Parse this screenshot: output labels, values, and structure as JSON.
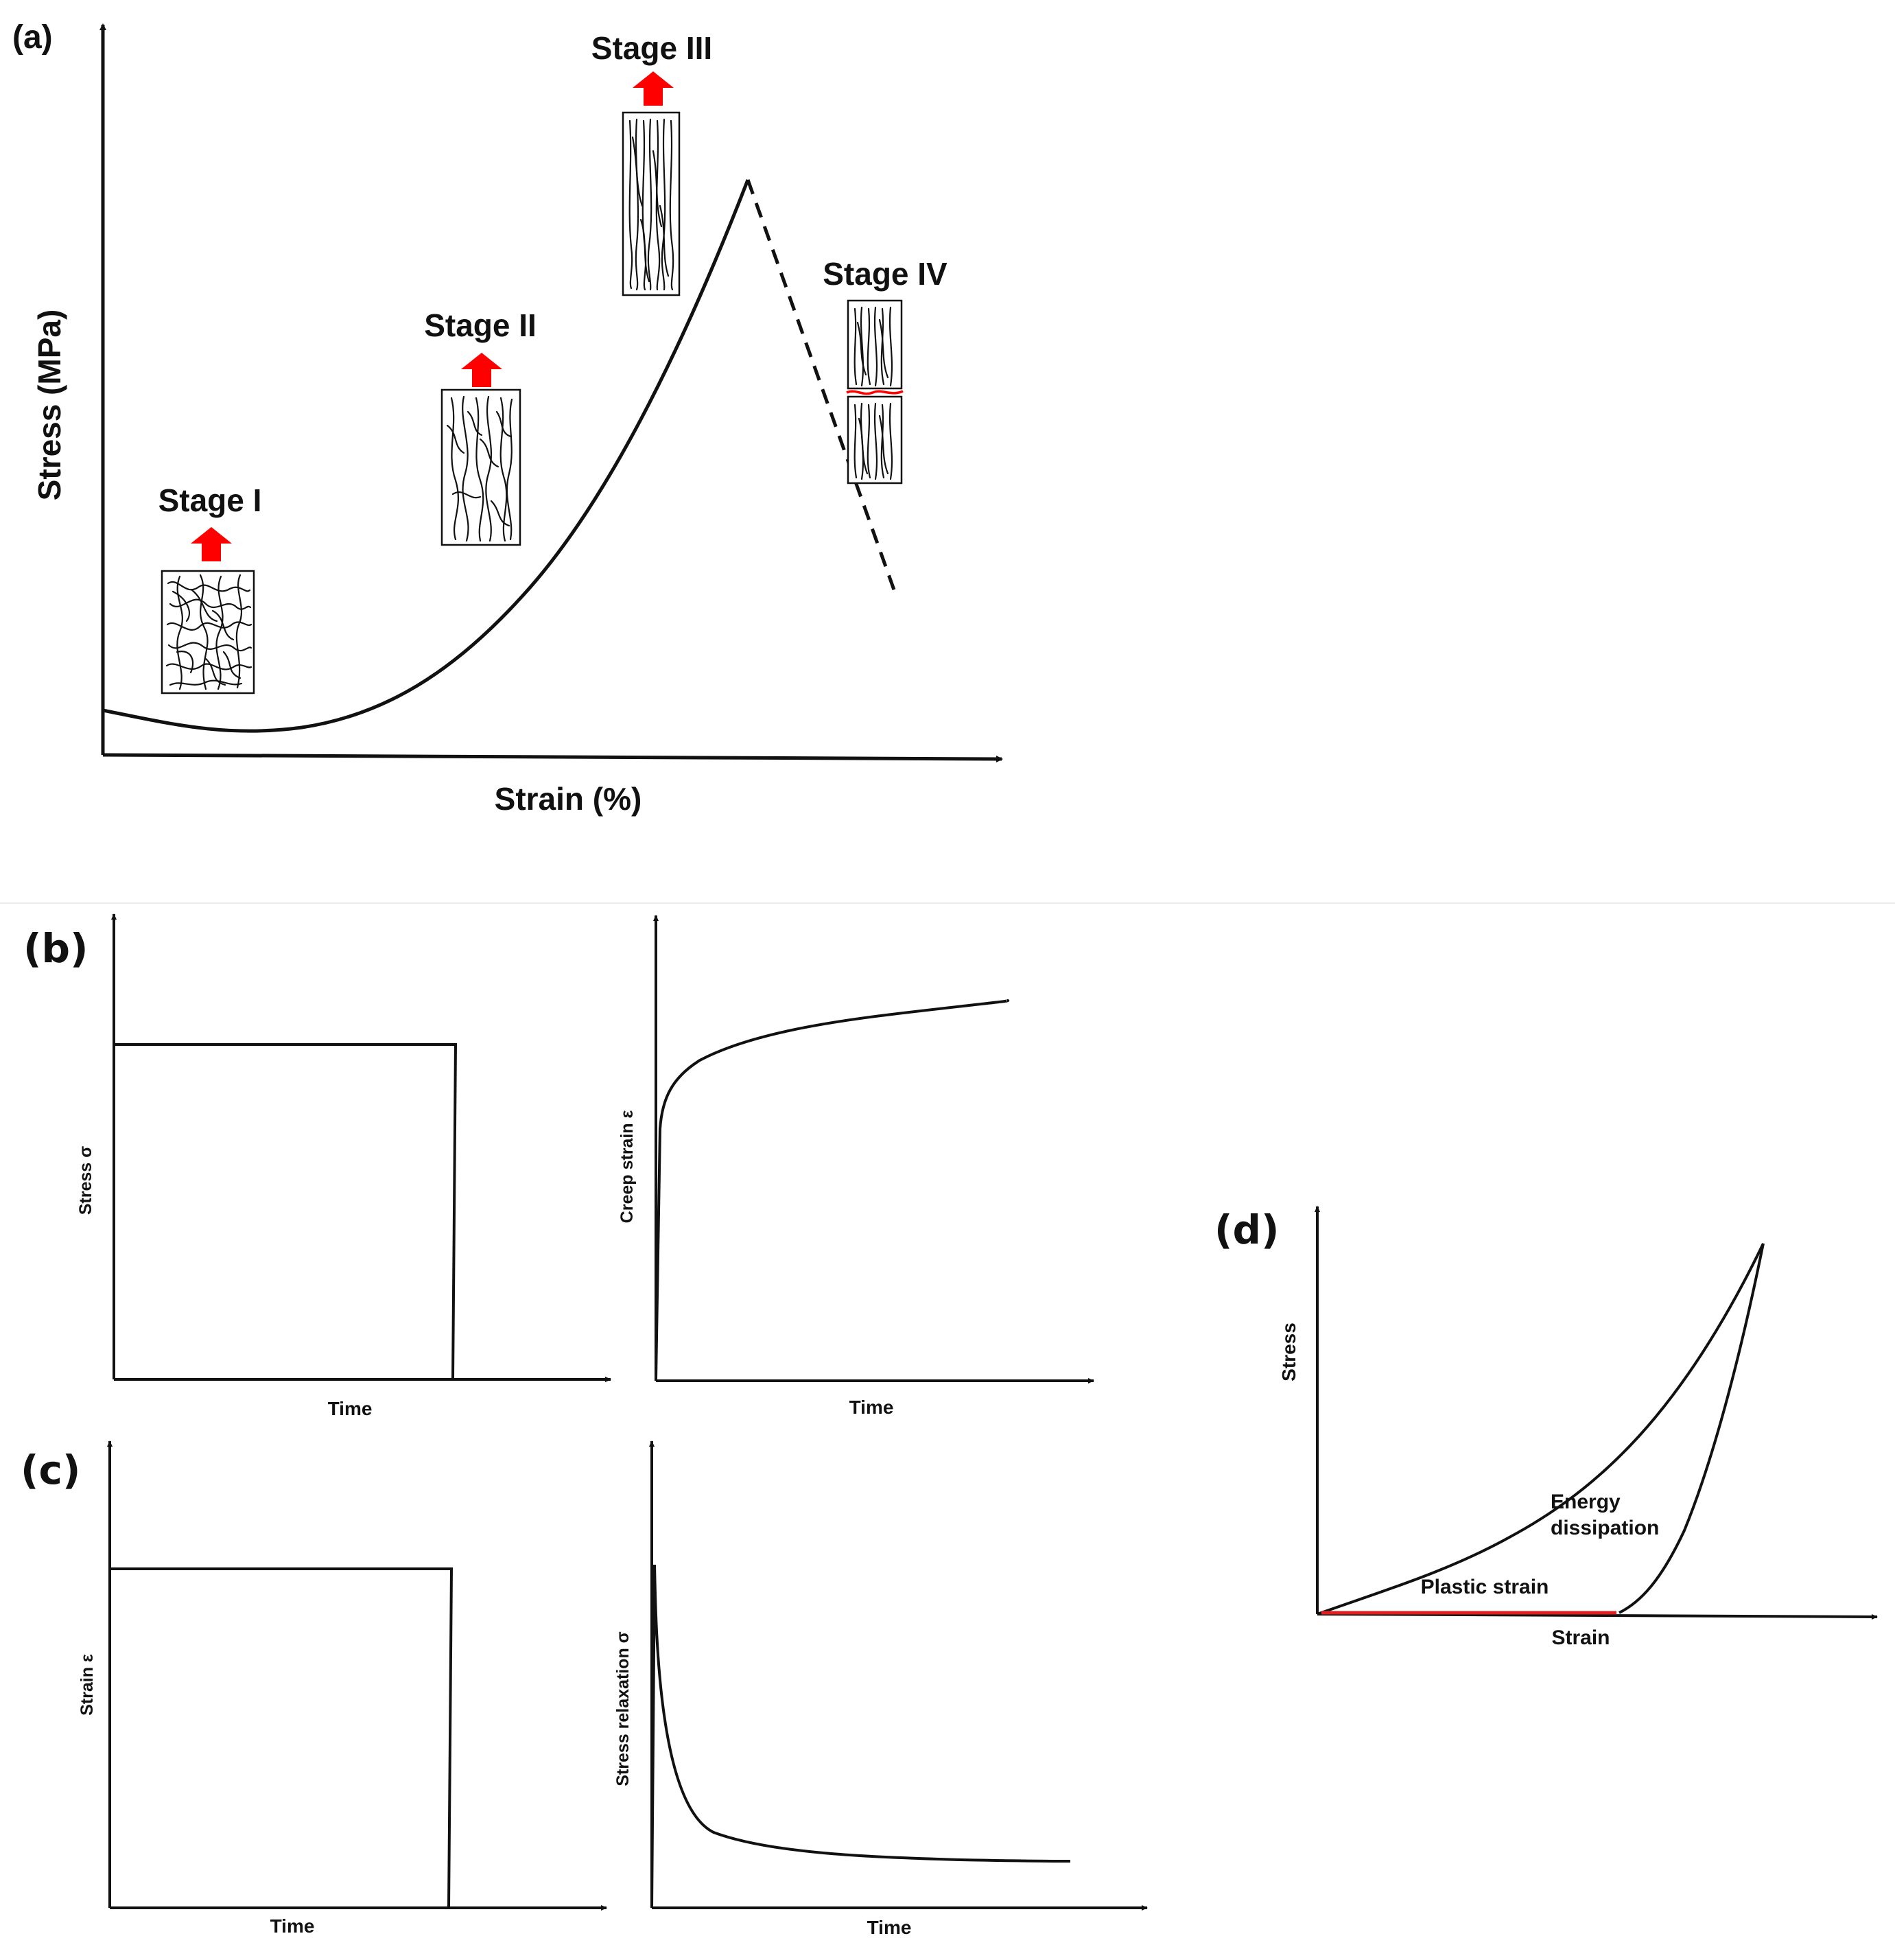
{
  "colors": {
    "ink": "#111111",
    "arrow": "#ff0000",
    "plastic_strain_line": "#e02020",
    "fracture_mark": "#ff0000"
  },
  "panel_a": {
    "label": "(a)",
    "x_axis_label": "Strain (%)",
    "y_axis_label": "Stress (MPa)",
    "stages": [
      {
        "label": "Stage I",
        "fiber_state": "random-entangled"
      },
      {
        "label": "Stage II",
        "fiber_state": "partially-aligned"
      },
      {
        "label": "Stage III",
        "fiber_state": "aligned"
      },
      {
        "label": "Stage IV",
        "fiber_state": "fractured"
      }
    ],
    "icons": [
      "arrow-up-icon"
    ]
  },
  "panel_b": {
    "label": "(b)",
    "left": {
      "x_axis_label": "Time",
      "y_axis_label": "Stress σ"
    },
    "right": {
      "x_axis_label": "Time",
      "y_axis_label": "Creep strain  ε"
    }
  },
  "panel_c": {
    "label": "(c)",
    "left": {
      "x_axis_label": "Time",
      "y_axis_label": "Strain  ε"
    },
    "right": {
      "x_axis_label": "Time",
      "y_axis_label": "Stress relaxation  σ"
    }
  },
  "panel_d": {
    "label": "(d)",
    "x_axis_label": "Strain",
    "y_axis_label": "Stress",
    "annotations": {
      "energy_line1": "Energy",
      "energy_line2": "dissipation",
      "plastic": "Plastic strain"
    }
  }
}
